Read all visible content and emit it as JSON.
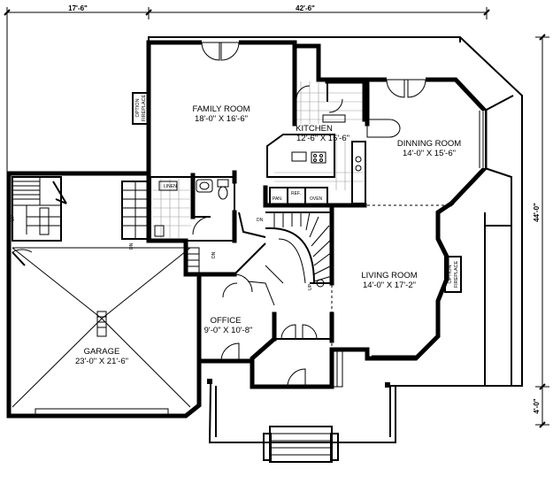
{
  "dimensions": {
    "top_left": "17'-6\"",
    "top_right": "42'-6\"",
    "right_main": "44'-0\"",
    "right_porch": "4'-0\""
  },
  "rooms": {
    "family": {
      "name": "FAMILY ROOM",
      "size": "18'-0\" X 16'-6\""
    },
    "kitchen": {
      "name": "KITCHEN",
      "size": "12'-6\" X 15'-6\""
    },
    "dining": {
      "name": "DINNING ROOM",
      "size": "14'-0\" X 15'-6\""
    },
    "living": {
      "name": "LIVING ROOM",
      "size": "14'-0\" X 17'-2\""
    },
    "office": {
      "name": "OFFICE",
      "size": "9'-0\" X 10'-8\""
    },
    "garage": {
      "name": "GARAGE",
      "size": "23'-0\" X 21'-6\""
    }
  },
  "labels": {
    "fireplace_line1": "OPTION",
    "fireplace_line2": "FIREPLACE",
    "pantry": "PAN.",
    "refrigerator": "REF.",
    "oven": "OVEN",
    "linen": "LINEN",
    "up": "UP",
    "down": "DN"
  }
}
